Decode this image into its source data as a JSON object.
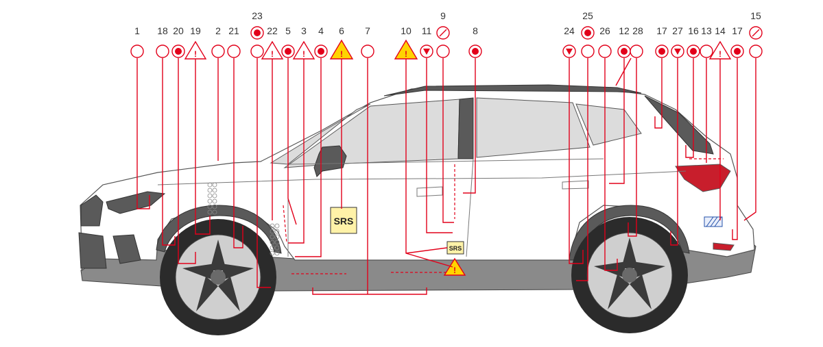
{
  "labels": {
    "n1": "1",
    "n18": "18",
    "n20": "20",
    "n19": "19",
    "n2": "2",
    "n21": "21",
    "n23": "23",
    "n22": "22",
    "n5": "5",
    "n3": "3",
    "n4": "4",
    "n6": "6",
    "n7": "7",
    "n10": "10",
    "n11": "11",
    "n9": "9",
    "n8": "8",
    "n24": "24",
    "n25": "25",
    "n26": "26",
    "n12": "12",
    "n28": "28",
    "n17a": "17",
    "n27": "27",
    "n16": "16",
    "n13": "13",
    "n14": "14",
    "n17b": "17",
    "n15": "15"
  },
  "badges": {
    "srs_large": "SRS",
    "srs_small": "SRS"
  },
  "colors": {
    "accent": "#e2001a",
    "warning_yellow": "#ffd400",
    "body": "#ffffff",
    "cladding": "#5a5a5a"
  },
  "icons": [
    "plain-circle-marker",
    "filled-dot-marker",
    "warning-triangle-outline",
    "warning-triangle-yellow",
    "down-triangle-marker",
    "gauge-marker"
  ]
}
